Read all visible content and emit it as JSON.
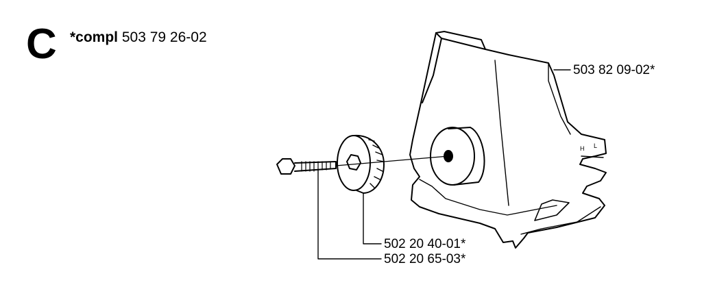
{
  "diagram": {
    "section_letter": "C",
    "assembly": {
      "prefix": "*compl",
      "number": "503 79 26-02"
    },
    "parts": [
      {
        "id": "cover",
        "number": "503 82 09-02*"
      },
      {
        "id": "knob",
        "number": "502 20 40-01*"
      },
      {
        "id": "bolt",
        "number": "502 20 65-03*"
      }
    ],
    "cover_markings": {
      "h": "H",
      "l": "L"
    }
  }
}
